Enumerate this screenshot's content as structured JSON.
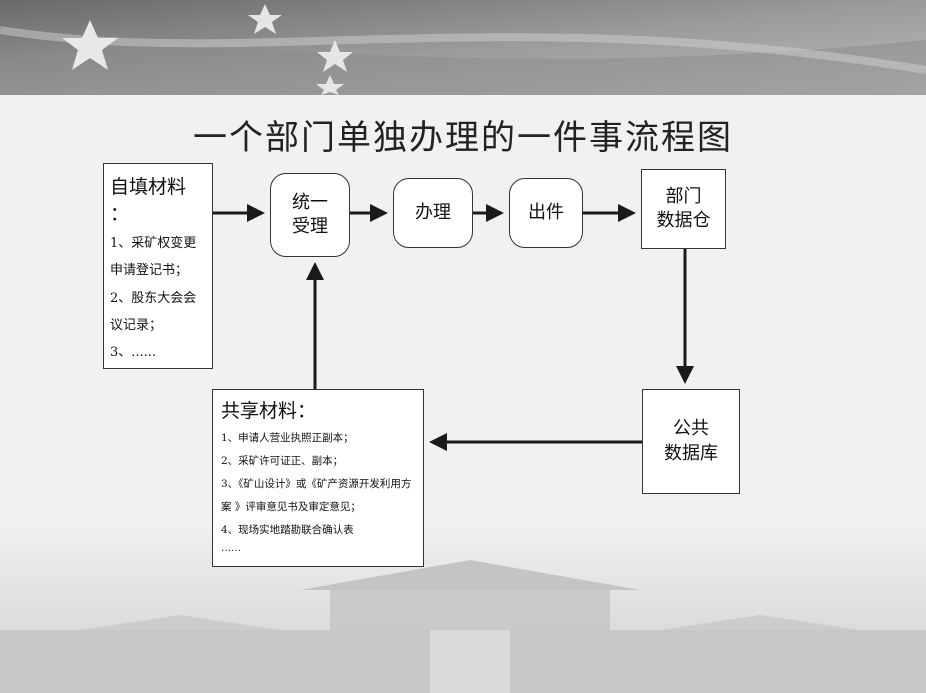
{
  "title": "一个部门单独办理的一件事流程图",
  "self_materials": {
    "heading": "自填材料 ：",
    "items": [
      "1、采矿权变更申请登记书；",
      "2、股东大会会议记录；",
      "3、......"
    ]
  },
  "nodes": {
    "accept": [
      "统一",
      "受理"
    ],
    "process": "办理",
    "issue": "出件",
    "dept_db": [
      "部门",
      "数据仓"
    ],
    "public_db": [
      "公共",
      "数据库"
    ]
  },
  "shared_materials": {
    "heading": "共享材料：",
    "items": [
      "1、申请人营业执照正副本；",
      "2、采矿许可证正、副本；",
      "3、《矿山设计》或《矿产资源开发利用方案 》评审意见书及审定意见；",
      "4、现场实地踏勘联合确认表",
      "......"
    ]
  },
  "colors": {
    "line": "#1a1a1a",
    "box_border": "#333333"
  }
}
